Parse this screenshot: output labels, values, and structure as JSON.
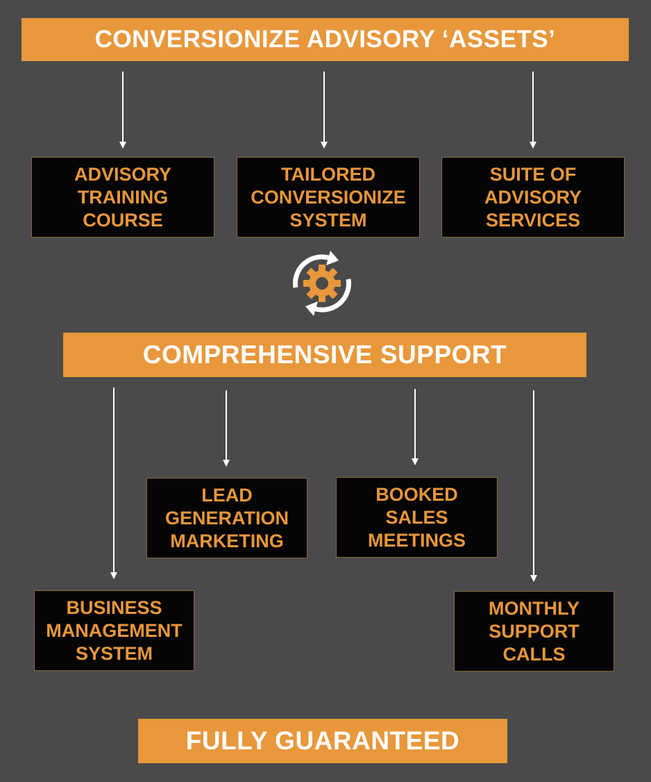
{
  "top_banner": {
    "text": "CONVERSIONIZE ADVISORY ‘ASSETS’"
  },
  "assets": [
    {
      "lines": [
        "ADVISORY",
        "TRAINING",
        "COURSE"
      ]
    },
    {
      "lines": [
        "TAILORED",
        "CONVERSIONIZE",
        "SYSTEM"
      ]
    },
    {
      "lines": [
        "SUITE OF",
        "ADVISORY",
        "SERVICES"
      ]
    }
  ],
  "cycle_icon": {
    "name": "gear-cycle-icon",
    "gear_color": "#e8973b",
    "arrow_color": "#ffffff"
  },
  "support_banner": {
    "text": "COMPREHENSIVE SUPPORT"
  },
  "support": [
    {
      "lines": [
        "LEAD",
        "GENERATION",
        "MARKETING"
      ]
    },
    {
      "lines": [
        "BOOKED",
        "SALES",
        "MEETINGS"
      ]
    },
    {
      "lines": [
        "BUSINESS",
        "MANAGEMENT",
        "SYSTEM"
      ]
    },
    {
      "lines": [
        "MONTHLY",
        "SUPPORT",
        "CALLS"
      ]
    }
  ],
  "bottom_banner": {
    "text": "FULLY GUARANTEED"
  },
  "colors": {
    "background": "#4a4a4a",
    "accent": "#e8973b",
    "box": "#050505",
    "arrow": "#ffffff"
  }
}
